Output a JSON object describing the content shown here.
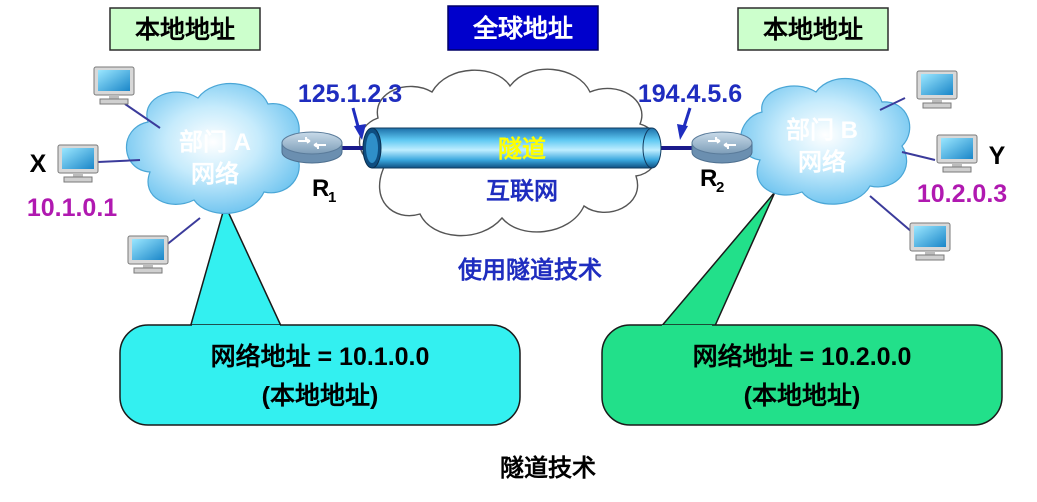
{
  "labels": {
    "local_left": "本地地址",
    "global": "全球地址",
    "local_right": "本地地址",
    "ip_r1": "125.1.2.3",
    "ip_r2": "194.4.5.6",
    "tunnel": "隧道",
    "internet": "互联网",
    "using_tunnel": "使用隧道技术",
    "dept_a_line1": "部门 A",
    "dept_a_line2": "网络",
    "dept_b_line1": "部门 B",
    "dept_b_line2": "网络",
    "host_x": "X",
    "ip_x": "10.1.0.1",
    "host_y": "Y",
    "ip_y": "10.2.0.3",
    "r1": "R",
    "r1_sub": "1",
    "r2": "R",
    "r2_sub": "2",
    "net_left_line1": "网络地址 = 10.1.0.0",
    "net_left_line2": "(本地地址)",
    "net_right_line1": "网络地址 = 10.2.0.0",
    "net_right_line2": "(本地地址)",
    "caption": "隧道技术"
  },
  "colors": {
    "local_box": "#ccffcc",
    "global_box": "#0000cc",
    "ip_blue": "#1f2dbf",
    "ip_magenta": "#b019b0",
    "cloud_blue": "#8fd1f5",
    "tunnel_yellow": "#ffff00",
    "callout_left": "#33f0f0",
    "callout_right": "#22e08a"
  }
}
